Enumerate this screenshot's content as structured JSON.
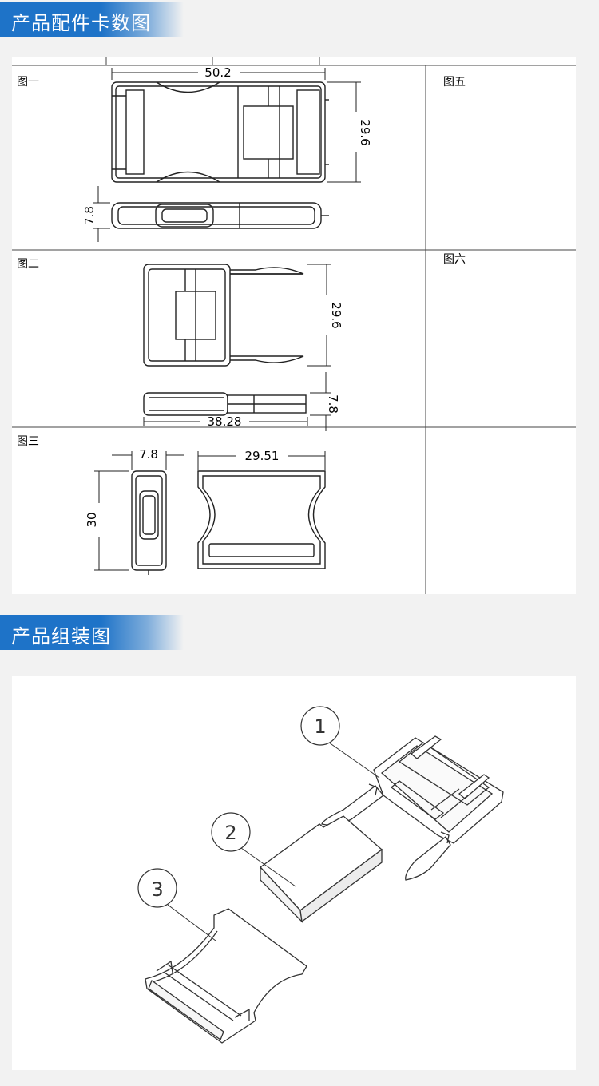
{
  "section1": {
    "title": "产品配件卡数图"
  },
  "section2": {
    "title": "产品组装图"
  },
  "figures": {
    "fig1": "图一",
    "fig2": "图二",
    "fig3": "图三",
    "fig5": "图五",
    "fig6": "图六"
  },
  "dimensions": {
    "fig1_width": "50.2",
    "fig1_height": "29.6",
    "fig1_thickness": "7.8",
    "fig2_height": "29.6",
    "fig2_thickness": "7.8",
    "fig2_length": "38.28",
    "fig3_thickness": "7.8",
    "fig3_width": "29.51",
    "fig3_height": "30"
  },
  "assembly": {
    "part1": "1",
    "part2": "2",
    "part3": "3"
  }
}
